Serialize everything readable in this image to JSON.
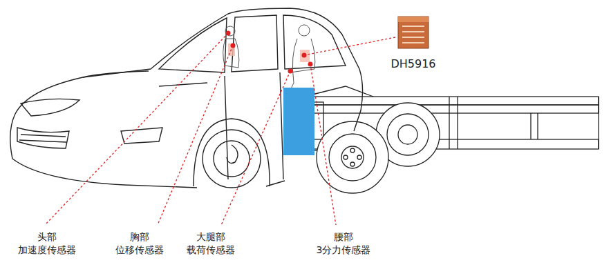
{
  "diagram": {
    "labels": [
      "DH5916",
      "头部 加速度传感器",
      "胸部 位移传感器",
      "大腿部 载荷传感器",
      "腰部 3分力传感器"
    ]
  }
}
